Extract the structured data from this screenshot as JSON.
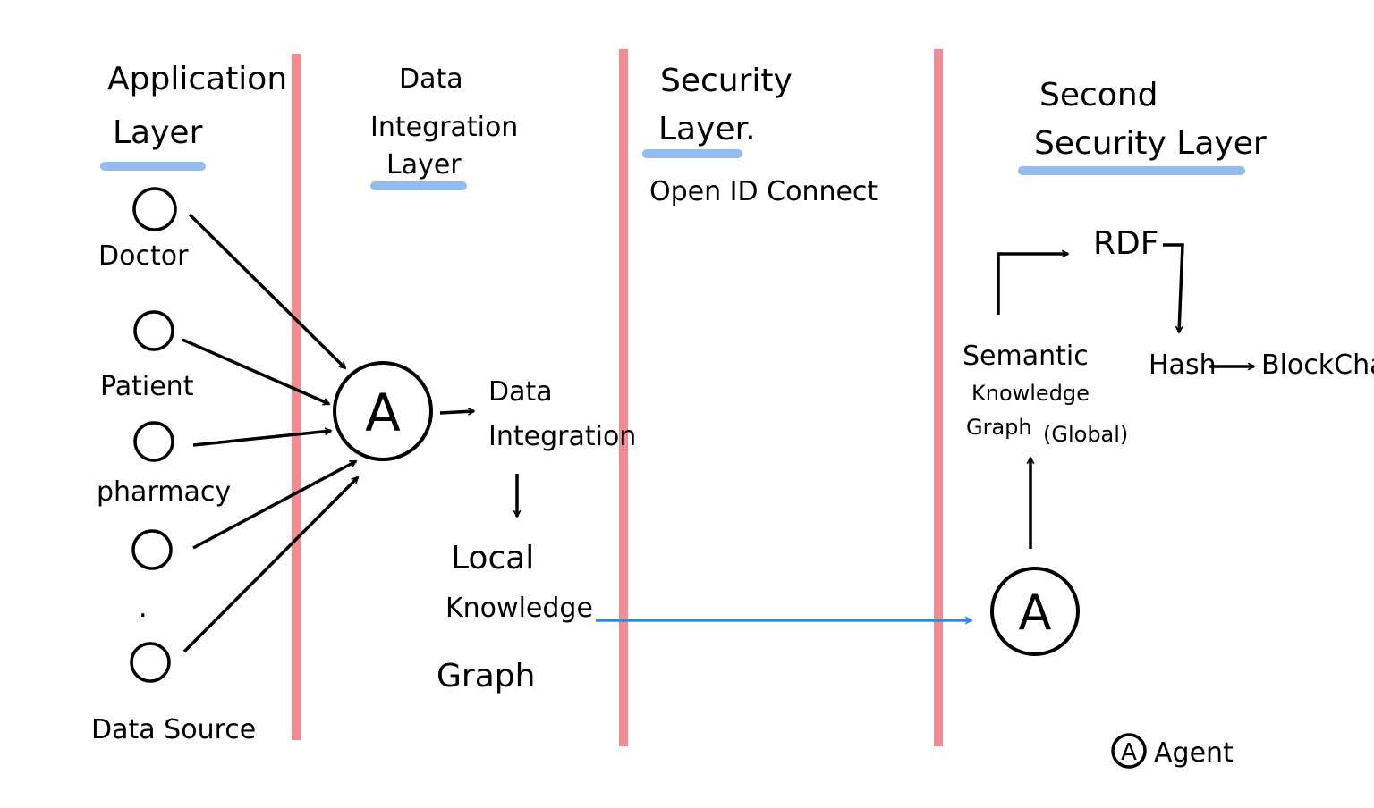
{
  "layers": {
    "application": [
      "Application",
      "Layer"
    ],
    "data_integration": [
      "Data",
      "Integration",
      "Layer"
    ],
    "security": [
      "Security",
      "Layer."
    ],
    "second_security": [
      "Second",
      "Security Layer"
    ]
  },
  "application_nodes": {
    "doctor": "Doctor",
    "patient": "Patient",
    "pharmacy": "pharmacy",
    "ellipsis": ".",
    "data_source": "Data Source"
  },
  "agent_symbol": "A",
  "data_integration": {
    "process": [
      "Data",
      "Integration"
    ],
    "local_kg": [
      "Local",
      "Knowledge",
      "Graph"
    ]
  },
  "security": {
    "protocol": "Open ID Connect"
  },
  "second_security": {
    "rdf": "RDF",
    "hash": "Hash",
    "blockchain": "BlockChain",
    "semantic_kg": [
      "Semantic",
      "Knowledge",
      "Graph",
      "(Global)"
    ]
  },
  "legend": {
    "symbol": "A",
    "label": "Agent"
  },
  "colors": {
    "divider": "#f28b92",
    "highlight": "#7fb0f0",
    "flow_arrow": "#2b86f0",
    "ink": "#000000"
  }
}
